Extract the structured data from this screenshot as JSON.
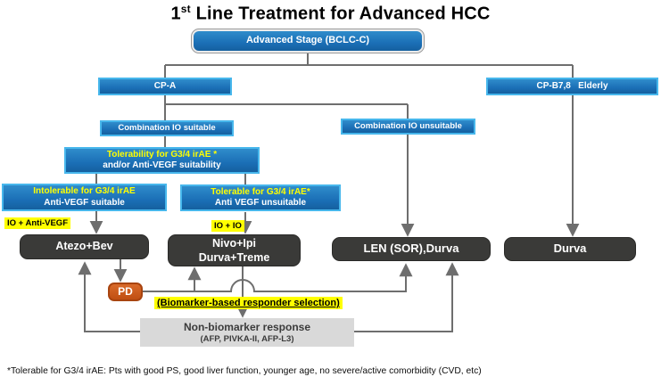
{
  "title": {
    "num": "1",
    "sup": "st",
    "rest": " Line Treatment for Advanced HCC"
  },
  "nodes": {
    "advanced_stage": {
      "label": "Advanced Stage (BCLC-C)"
    },
    "cp_a": {
      "label": "CP-A"
    },
    "cp_b78": {
      "label": "CP-B7,8   Elderly"
    },
    "combo_suitable": {
      "label": "Combination IO suitable"
    },
    "combo_unsuitable": {
      "label": "Combination IO unsuitable"
    },
    "tolerability": {
      "line1": "Tolerability for G3/4 irAE *",
      "line2": "and/or Anti-VEGF suitability"
    },
    "intolerable": {
      "line1": "Intolerable for G3/4 irAE",
      "line2": "Anti-VEGF suitable"
    },
    "tolerable": {
      "line1": "Tolerable for G3/4 irAE*",
      "line2": "Anti VEGF unsuitable"
    },
    "io_anti_vegf": {
      "label": "IO + Anti-VEGF"
    },
    "io_io": {
      "label": "IO + IO"
    },
    "atezo_bev": {
      "label": "Atezo+Bev"
    },
    "nivo_combo": {
      "line1": "Nivo+Ipi",
      "line2": "Durva+Treme"
    },
    "len_sor_durva": {
      "label": "LEN (SOR),Durva"
    },
    "durva": {
      "label": "Durva"
    },
    "pd": {
      "label": "PD"
    },
    "biomarker_note": {
      "label": "(Biomarker-based responder selection)"
    },
    "non_biomarker": {
      "line1": "Non-biomarker response",
      "line2": "(AFP, PIVKA-II, AFP-L3)"
    }
  },
  "footnote": "*Tolerable for G3/4 irAE: Pts with good PS, good liver function, younger age, no severe/active comorbidity (CVD, etc)",
  "colors": {
    "blue_fill": "#1b6fb6",
    "blue_border": "#47b7ec",
    "dark_fill": "#3a3a38",
    "orange_fill": "#c85a1d",
    "highlight_yellow": "#ffff00",
    "gray_fill": "#d9d9d9",
    "line_gray": "#6e6e6e"
  }
}
